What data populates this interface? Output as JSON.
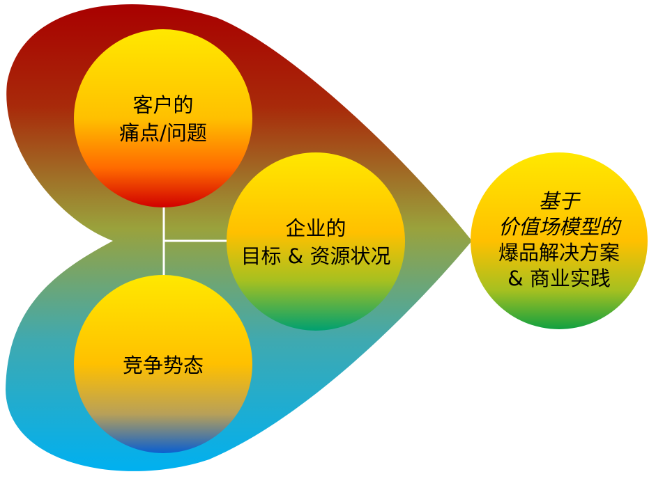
{
  "diagram": {
    "customer": {
      "line1": "客户的",
      "line2": "痛点/问题"
    },
    "enterprise": {
      "line1": "企业的",
      "line2": "目标 & 资源状况"
    },
    "competition": {
      "line1": "竞争势态"
    },
    "result": {
      "line1": "基于",
      "line2": "价值场模型的",
      "line3": "爆品解决方案",
      "line4": "& 商业实践"
    }
  },
  "colors": {
    "heart_top": "#a80000",
    "heart_middle": "#9aa23c",
    "heart_bottom": "#00b0f0",
    "circle_yellow": "#ffe800",
    "circle_orange": "#ffb400",
    "circle_red": "#d00000",
    "circle_green": "#00a070",
    "circle_blue": "#0a5fd0",
    "connector": "#ffffff"
  }
}
